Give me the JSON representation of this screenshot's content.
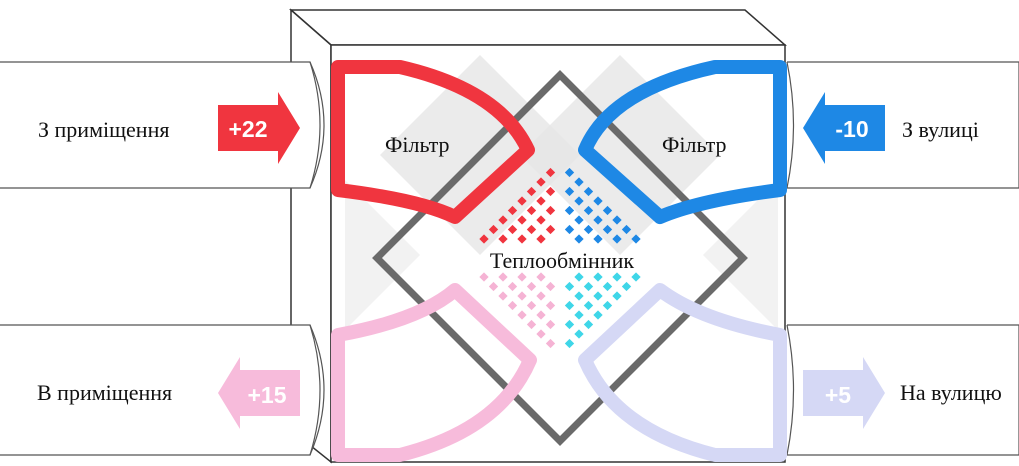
{
  "labels": {
    "from_room": "З приміщення",
    "from_street": "З вулиці",
    "to_room": "В приміщення",
    "to_street": "На вулицю",
    "filter_left": "Фільтр",
    "filter_right": "Фільтр",
    "exchanger": "Теплообмінник"
  },
  "badges": {
    "from_room": "+22",
    "from_street": "-10",
    "to_room": "+15",
    "to_street": "+5"
  },
  "colors": {
    "red": "#f0353f",
    "blue": "#1e88e5",
    "pink": "#f7bbdb",
    "lavender": "#d5d8f5",
    "cyan": "#3fd6e8",
    "gray_frame": "#6a6a6a",
    "light_gray": "#e3e3e3"
  }
}
